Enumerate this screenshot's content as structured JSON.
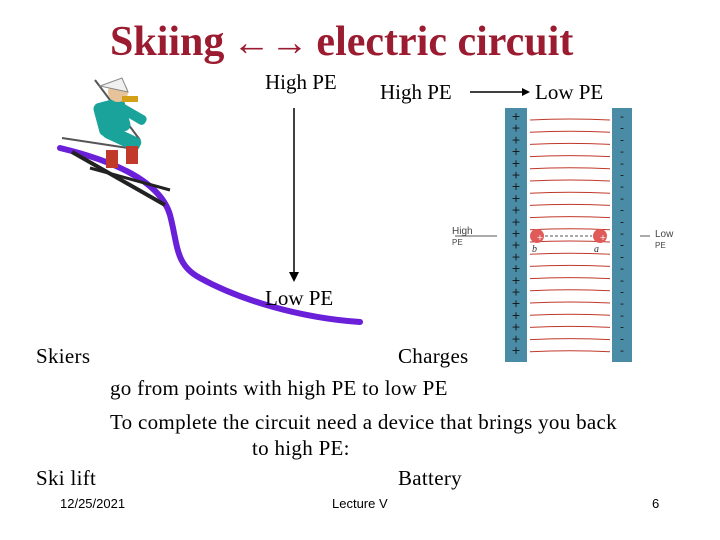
{
  "title": {
    "left": "Skiing",
    "arrows": "←→",
    "right": "electric circuit"
  },
  "labels": {
    "high_pe_left": "High PE",
    "high_pe_right": "High PE",
    "low_pe_right": "Low PE",
    "low_pe_bottom": "Low PE"
  },
  "figure": {
    "plate_left_label": "High",
    "plate_left_sub": "PE",
    "plate_right_label": "Low",
    "plate_right_sub": "PE",
    "charge_b": "b",
    "charge_a": "a"
  },
  "body": {
    "skiers": "Skiers",
    "charges": "Charges",
    "line1": "go from points with high PE to low PE",
    "line2": "To complete the circuit need a device that brings you back",
    "line3": "to high PE:",
    "ski_lift": "Ski lift",
    "battery": "Battery"
  },
  "footer": {
    "date": "12/25/2021",
    "center": "Lecture V",
    "page": "6"
  },
  "colors": {
    "title": "#9b1b30",
    "slope": "#6a1fd8",
    "plate": "#3f7f99",
    "field": "#c0392b"
  }
}
